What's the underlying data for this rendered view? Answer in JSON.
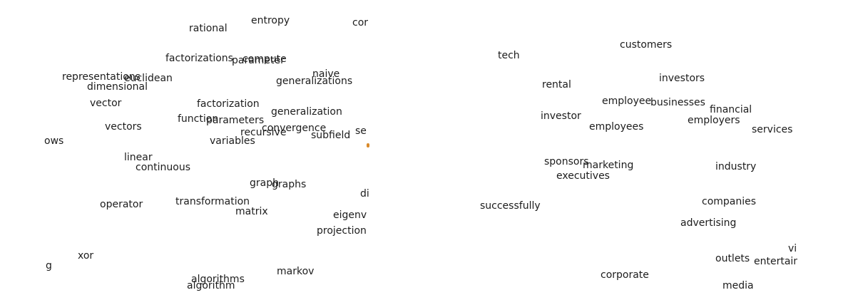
{
  "left_panel": {
    "words": [
      "rational",
      "entropy",
      "cor",
      "factorizations",
      "compute",
      "parameter",
      "representations",
      "euclidean",
      "dimensional",
      "naive",
      "generalizations",
      "vector",
      "factorization",
      "function",
      "parameters",
      "generalization",
      "vectors",
      "recursive",
      "convergence",
      "subfield",
      "se",
      "ows",
      "variables",
      "linear",
      "continuous",
      "graph",
      "graphs",
      "di",
      "transformation",
      "operator",
      "matrix",
      "eigenv",
      "projection",
      "xor",
      "g",
      "markov",
      "algorithms",
      "algorithm"
    ]
  },
  "right_panel": {
    "words": [
      "customers",
      "tech",
      "investors",
      "rental",
      "employee",
      "businesses",
      "financial",
      "investor",
      "employers",
      "employees",
      "services",
      "sponsors",
      "marketing",
      "industry",
      "executives",
      "companies",
      "successfully",
      "advertising",
      "vi",
      "outlets",
      "entertain",
      "corporate",
      "media"
    ]
  },
  "colors": {
    "text": "#1c1c1c",
    "accent_dot": "#d98a2a",
    "background": "#ffffff"
  }
}
